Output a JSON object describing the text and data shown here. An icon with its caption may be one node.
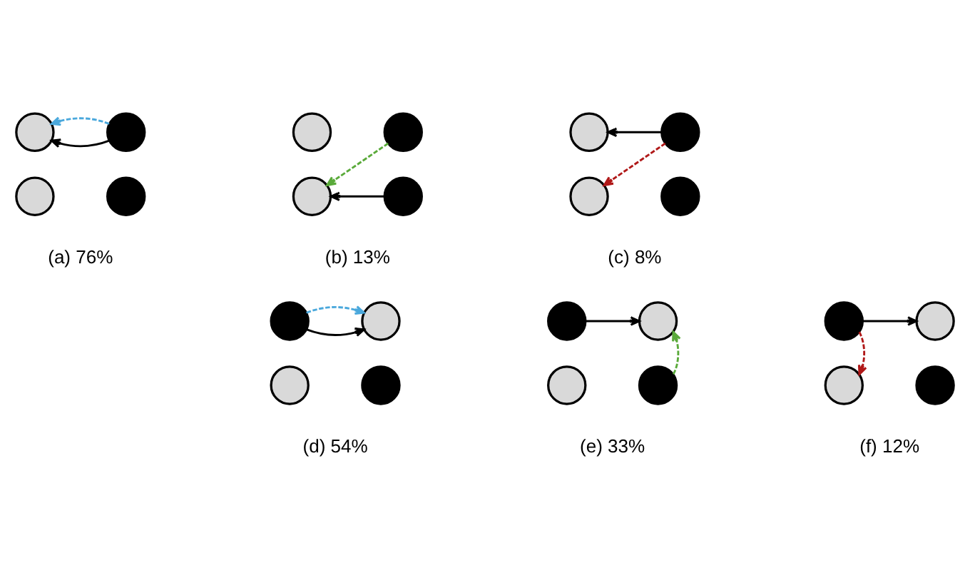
{
  "diagram": {
    "nodes": [
      {
        "text": [],
        "shape": "circle"
      },
      {
        "text": [],
        "shape": "circle"
      },
      {
        "text": [],
        "shape": "circle"
      },
      {
        "text": [],
        "shape": "circle"
      },
      {
        "text": [],
        "shape": "circle"
      },
      {
        "text": [],
        "shape": "circle"
      },
      {
        "text": [],
        "shape": "circle"
      },
      {
        "text": [],
        "shape": "circle"
      },
      {
        "text": [],
        "shape": "circle"
      },
      {
        "text": [],
        "shape": "circle"
      },
      {
        "text": [],
        "shape": "circle"
      },
      {
        "text": [],
        "shape": "circle"
      },
      {
        "text": [],
        "shape": "circle"
      },
      {
        "text": [],
        "shape": "circle"
      },
      {
        "text": [],
        "shape": "circle"
      },
      {
        "text": [],
        "shape": "circle"
      },
      {
        "text": [],
        "shape": "circle"
      },
      {
        "text": [],
        "shape": "circle"
      },
      {
        "text": [],
        "shape": "circle"
      },
      {
        "text": [],
        "shape": "circle"
      },
      {
        "text": [],
        "shape": "circle"
      },
      {
        "text": [],
        "shape": "circle"
      },
      {
        "text": [],
        "shape": "circle"
      },
      {
        "text": [],
        "shape": "circle"
      }
    ],
    "edges": [
      {
        "from": 1,
        "to": 0,
        "arrow": "to"
      },
      {
        "from": 1,
        "to": 0,
        "arrow": "to",
        "style": "dashed",
        "color": "#4aa8dc"
      },
      {
        "from": 5,
        "to": 6,
        "arrow": "to",
        "style": "dashed",
        "color": "#5aaa3a"
      },
      {
        "from": 7,
        "to": 6,
        "arrow": "to"
      },
      {
        "from": 9,
        "to": 8,
        "arrow": "to"
      },
      {
        "from": 9,
        "to": 10,
        "arrow": "to",
        "style": "dashed",
        "color": "#b01818"
      },
      {
        "from": 12,
        "to": 13,
        "arrow": "to"
      },
      {
        "from": 12,
        "to": 13,
        "arrow": "to",
        "style": "dashed",
        "color": "#4aa8dc"
      },
      {
        "from": 16,
        "to": 17,
        "arrow": "to"
      },
      {
        "from": 19,
        "to": 17,
        "arrow": "to",
        "style": "dashed",
        "color": "#5aaa3a"
      },
      {
        "from": 20,
        "to": 21,
        "arrow": "to"
      },
      {
        "from": 20,
        "to": 22,
        "arrow": "to",
        "style": "dashed",
        "color": "#b01818"
      }
    ],
    "labels": [
      "(a) 76%",
      "(b) 13%",
      "(c) 8%",
      "(d) 54%",
      "(e) 33%",
      "(f) 12%"
    ]
  }
}
